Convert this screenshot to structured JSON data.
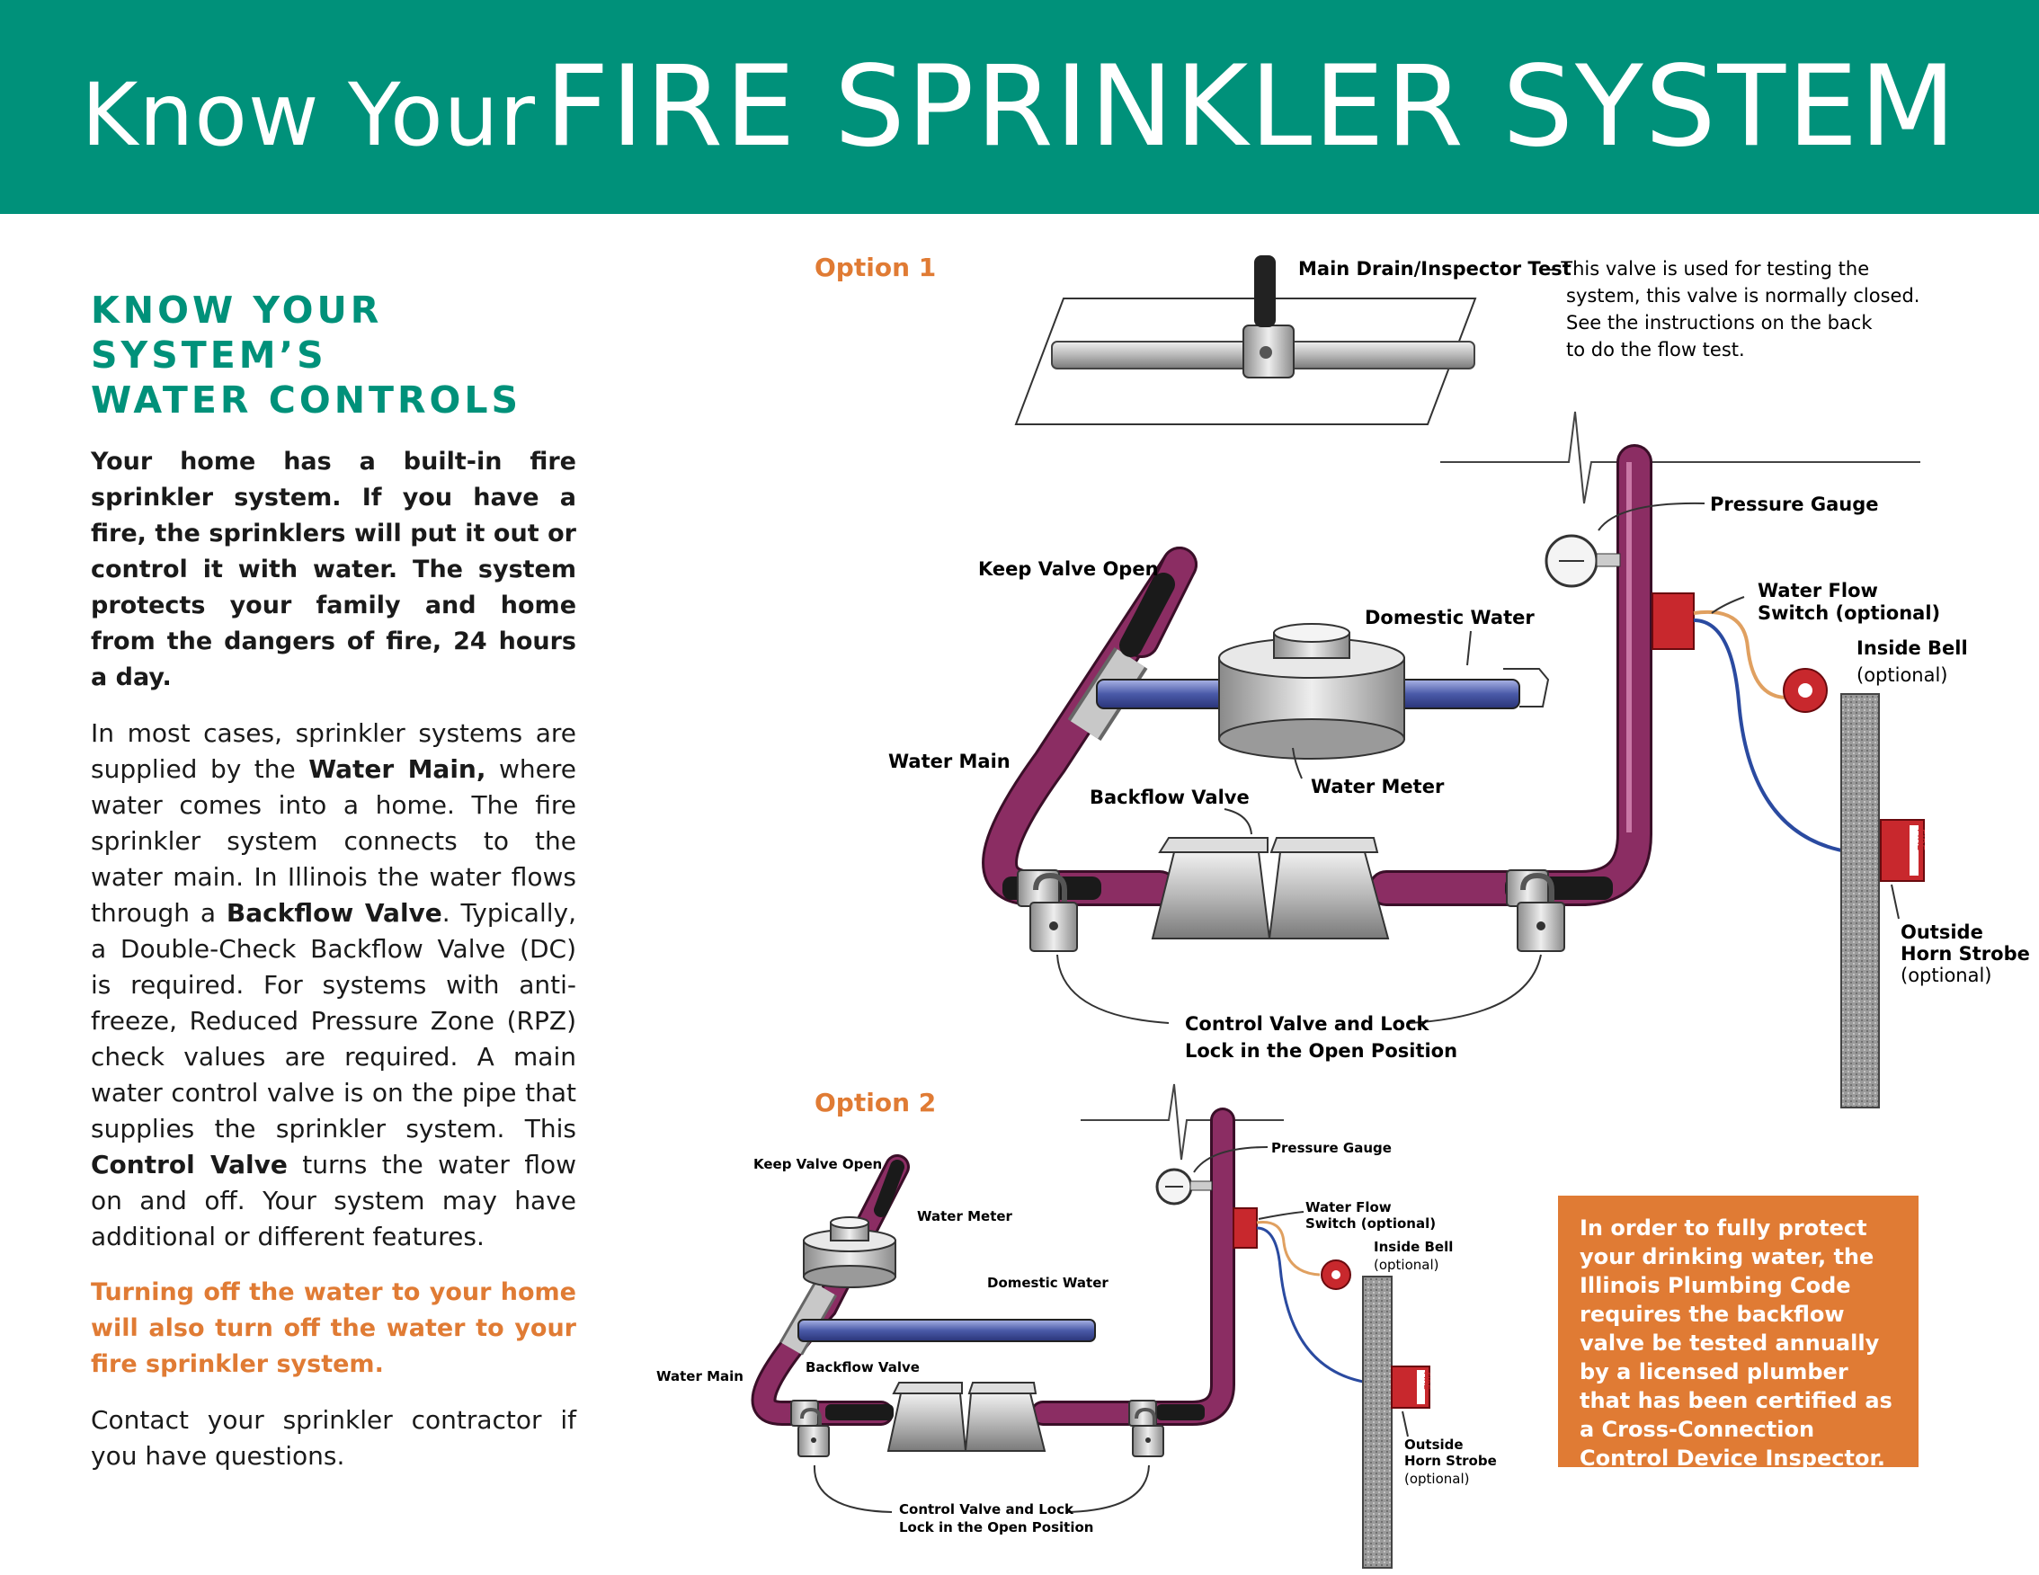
{
  "banner": {
    "prefix": "Know Your",
    "title": "FIRE SPRINKLER SYSTEM"
  },
  "left": {
    "heading_line1": "KNOW YOUR SYSTEM’S",
    "heading_line2": "WATER CONTROLS",
    "intro": "Your home has a built-in fire sprinkler system. If you have a fire, the sprinklers will put it out or control it with water. The system protects your family and home from the dangers of fire, 24 hours a day.",
    "p2_a": "In most cases, sprinkler systems are supplied by the ",
    "p2_b": "Water Main,",
    "p2_c": " where water comes into a home. The fire sprinkler system connects to the water main. In Illinois the water flows through a ",
    "p2_d": "Backflow Valve",
    "p2_e": ". Typically, a Double-Check Backflow Valve (DC) is required. For systems with anti-freeze, Reduced Pressure Zone (RPZ) check values are required. A main water control valve is on the pipe that supplies the sprinkler system. This ",
    "p2_f": "Control Valve",
    "p2_g": " turns the water flow on and off. Your system may have additional or different features.",
    "warning": "Turning off the water to your home will also turn off the water to your fire sprinkler system.",
    "contact": "Contact your sprinkler contractor if you have questions."
  },
  "option1": {
    "title": "Option 1",
    "main_drain_label": "Main Drain/Inspector Test",
    "main_drain_desc": [
      "- This valve is used for testing the",
      "system, this valve is normally closed.",
      "See the instructions on the back",
      "to do the flow test."
    ],
    "pressure_gauge": "Pressure Gauge",
    "water_flow_switch": [
      "Water Flow",
      "Switch (optional)"
    ],
    "inside_bell": "Inside Bell",
    "optional": "(optional)",
    "keep_valve_open": "Keep Valve Open",
    "domestic_water": "Domestic Water",
    "water_main": "Water Main",
    "water_meter": "Water Meter",
    "backflow_valve": "Backflow Valve",
    "outside_horn_strobe": [
      "Outside",
      "Horn Strobe"
    ],
    "control_valve": [
      "Control Valve and Lock",
      "Lock in the Open Position"
    ],
    "strobe_text": "FIRE"
  },
  "option2": {
    "title": "Option 2",
    "keep_valve_open": "Keep Valve Open",
    "water_meter": "Water Meter",
    "domestic_water": "Domestic Water",
    "water_main": "Water Main",
    "backflow_valve": "Backflow Valve",
    "pressure_gauge": "Pressure Gauge",
    "water_flow_switch": [
      "Water Flow",
      "Switch (optional)"
    ],
    "inside_bell": "Inside Bell",
    "optional": "(optional)",
    "outside_horn_strobe": [
      "Outside",
      "Horn Strobe"
    ],
    "control_valve": [
      "Control Valve and Lock",
      "Lock in the Open Position"
    ],
    "strobe_text": "FIRE"
  },
  "callout": "In order to fully protect your drinking water, the Illinois Plumbing Code requires the backflow valve be tested annually by a licensed plumber that has been certified as a Cross-Connection Control Device Inspector.",
  "colors": {
    "teal": "#00917a",
    "orange": "#e07b34",
    "pipe_purple": "#8b2d63",
    "pipe_blue": "#4a5aa8",
    "red": "#c8282d",
    "wire_blue": "#2a4aa0",
    "wire_orange": "#e0a060"
  }
}
